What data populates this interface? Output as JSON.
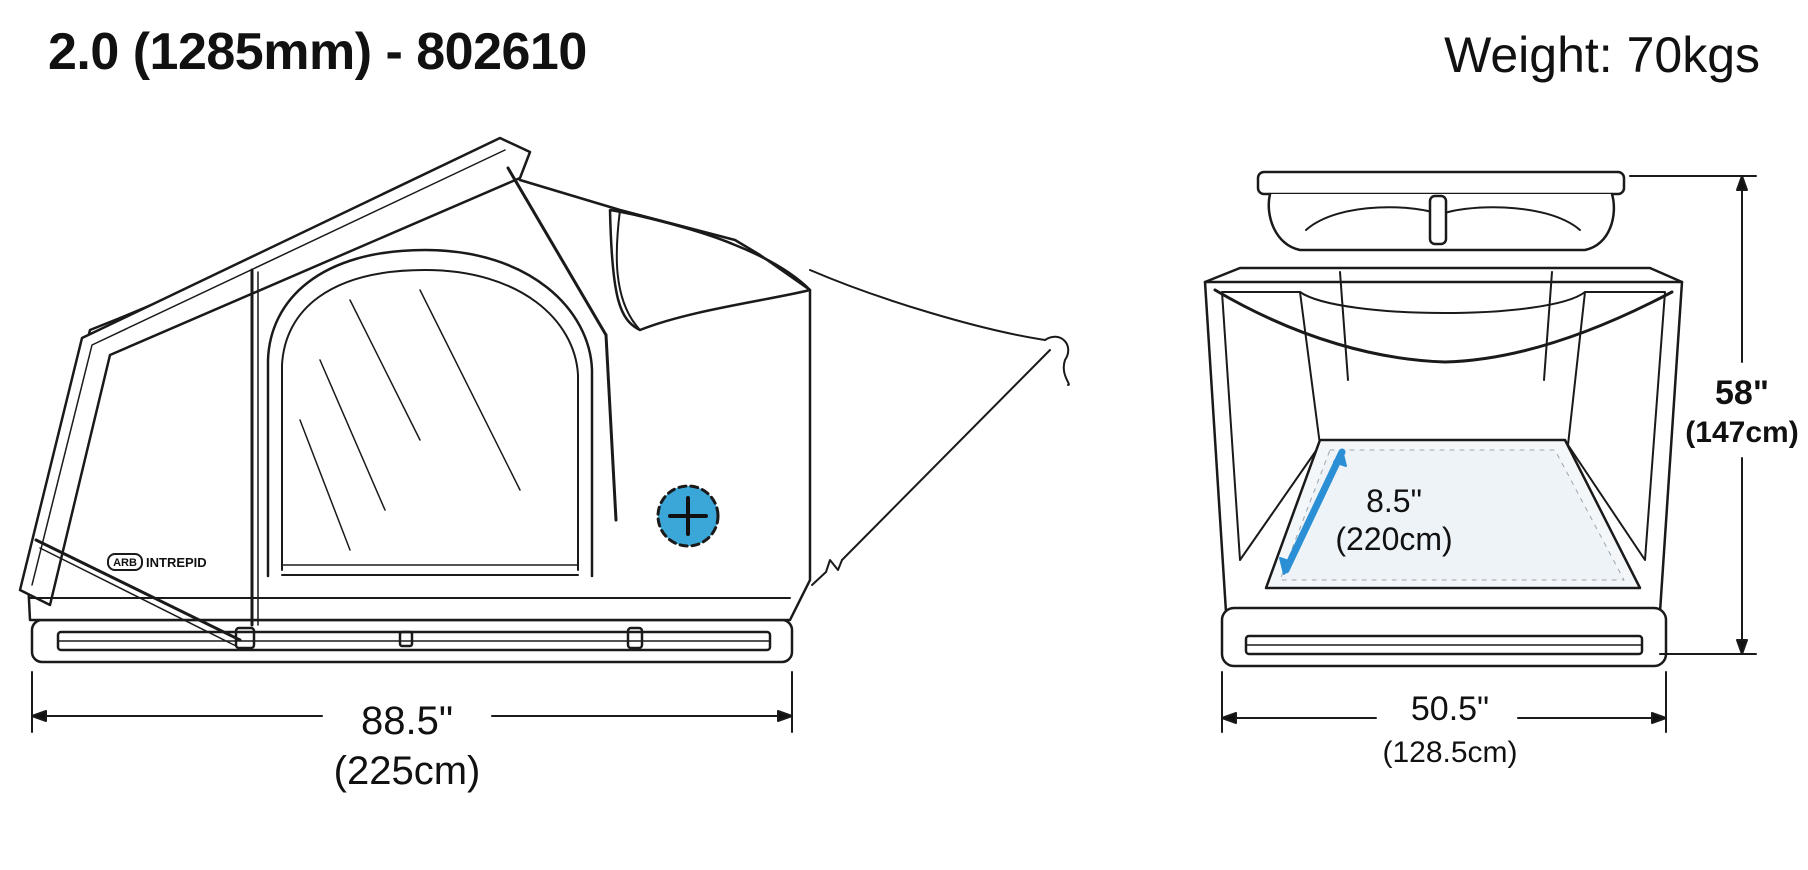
{
  "header": {
    "title": "2.0 (1285mm) - 802610",
    "weight": "Weight: 70kgs"
  },
  "side_view": {
    "brand_logo": "ARB",
    "brand_name": "INTREPID",
    "length_in": "88.5\"",
    "length_cm": "(225cm)",
    "hotspot_icon": "plus-icon",
    "hotspot_color": "#3aa7d8"
  },
  "end_view": {
    "height_in": "58\"",
    "height_cm": "(147cm)",
    "width_in": "50.5\"",
    "width_cm": "(128.5cm)",
    "interior_in": "8.5\"",
    "interior_cm": "(220cm)",
    "interior_marker_color": "#2b8fd6"
  }
}
